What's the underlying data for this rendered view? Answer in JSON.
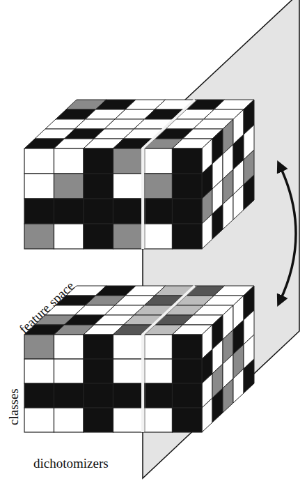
{
  "diagram": {
    "labels": [
      "feature space",
      "classes",
      "dichotomizers"
    ]
  }
}
